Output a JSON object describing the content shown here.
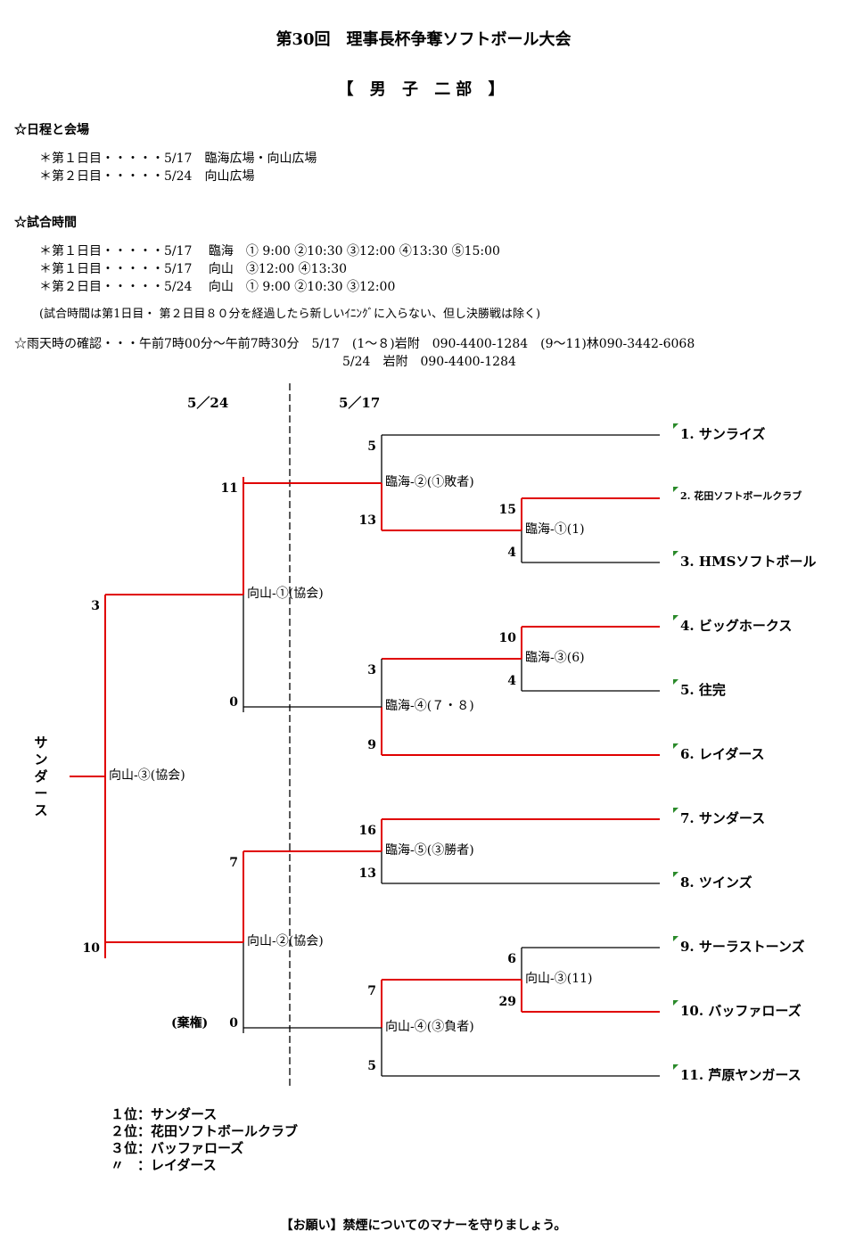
{
  "title": "第30回　理事長杯争奪ソフトボール大会",
  "division": "【 男 子 二部 】",
  "schedule": {
    "heading": "☆日程と会場",
    "lines": [
      "＊第１日目・・・・・5/17　臨海広場・向山広場",
      "＊第２日目・・・・・5/24　向山広場"
    ]
  },
  "match_times": {
    "heading": "☆試合時間",
    "lines": [
      "＊第１日目・・・・・5/17　 臨海　① 9:00 ②10:30 ③12:00 ④13:30 ⑤15:00",
      "＊第１日目・・・・・5/17　 向山　③12:00 ④13:30",
      "＊第２日目・・・・・5/24　 向山　① 9:00 ②10:30 ③12:00"
    ],
    "note": "(試合時間は第1日目・ 第２日目８０分を経過したら新しいｲﾆﾝｸﾞに入らない、但し決勝戦は除く)"
  },
  "rain": {
    "line1": "☆雨天時の確認・・・午前7時00分～午前7時30分　5/17　(1～８)岩附　090-4400-1284　(9～11)林090-3442-6068",
    "line2": "5/24　岩附　090-4400-1284"
  },
  "bracket": {
    "date_day2": "5／24",
    "date_day1": "5／17",
    "teams": [
      {
        "label": "1. サンライズ"
      },
      {
        "label": "2. 花田ソフトボールクラブ"
      },
      {
        "label": "3. HMSソフトボール"
      },
      {
        "label": "4. ビッグホークス"
      },
      {
        "label": "5. 往完"
      },
      {
        "label": "6. レイダース"
      },
      {
        "label": "7. サンダース"
      },
      {
        "label": "8. ツインズ"
      },
      {
        "label": "9. サーラストーンズ"
      },
      {
        "label": "10. バッファローズ"
      },
      {
        "label": "11. 芦原ヤンガース"
      }
    ],
    "matches": [
      {
        "label": "臨海-①(1)",
        "top_score": "15",
        "bottom_score": "4"
      },
      {
        "label": "臨海-②(①敗者)",
        "top_score": "5",
        "bottom_score": "13"
      },
      {
        "label": "臨海-③(6)",
        "top_score": "10",
        "bottom_score": "4"
      },
      {
        "label": "臨海-④(７・８)",
        "top_score": "3",
        "bottom_score": "9"
      },
      {
        "label": "向山-①(協会)",
        "top_score": "11",
        "bottom_score": "0"
      },
      {
        "label": "臨海-⑤(③勝者)",
        "top_score": "16",
        "bottom_score": "13"
      },
      {
        "label": "向山-③(11)",
        "top_score": "6",
        "bottom_score": "29"
      },
      {
        "label": "向山-④(③負者)",
        "top_score": "7",
        "bottom_score": "5"
      },
      {
        "label": "向山-②(協会)",
        "top_score": "7",
        "bottom_score": "0",
        "bottom_note": "(棄権)"
      },
      {
        "label": "向山-③(協会)",
        "top_score": "3",
        "bottom_score": "10"
      }
    ],
    "champion": "サンダース",
    "line_colors": {
      "winner": "#e00000",
      "default": "#000000"
    }
  },
  "results": [
    "１位：サンダース",
    "２位：花田ソフトボールクラブ",
    "３位：バッファローズ",
    "〃　：レイダース"
  ],
  "notice": "【お願い】禁煙についてのマナーを守りましょう。"
}
